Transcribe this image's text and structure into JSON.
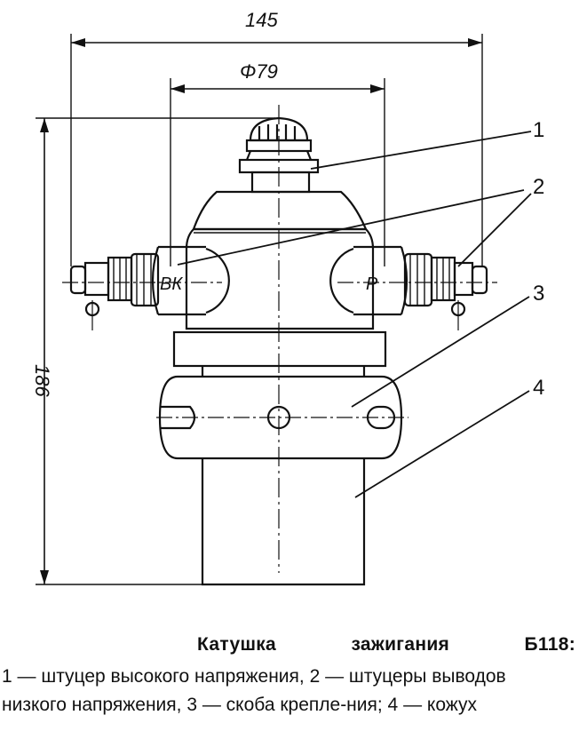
{
  "dimensions": {
    "overall_width": "145",
    "diameter": "Φ79",
    "height": "186"
  },
  "terminal_marks": {
    "left": "ВК",
    "right": "Р"
  },
  "callouts": [
    "1",
    "2",
    "3",
    "4"
  ],
  "caption": {
    "title": "Катушка зажигания Б118:",
    "body": "1 — штуцер высокого напряжения, 2 — штуцеры выводов низкого напряжения, 3 — скоба крепле-ния; 4 — кожух"
  },
  "colors": {
    "line": "#111111",
    "background": "#ffffff"
  }
}
